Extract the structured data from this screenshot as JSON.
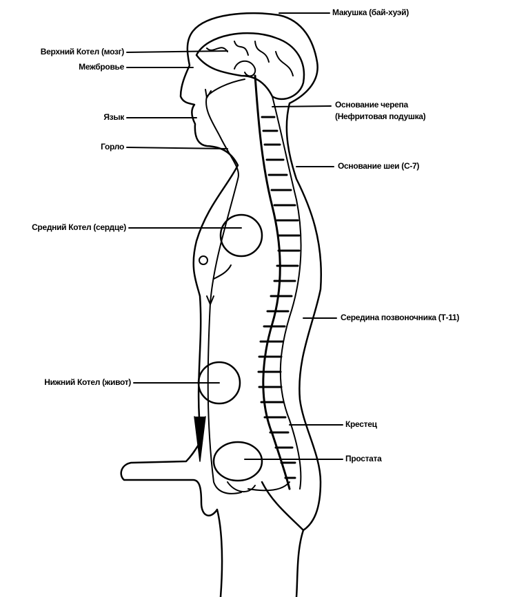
{
  "title": "Микрокосмическая орбита",
  "labels": {
    "crown": "Макушка (бай-хуэй)",
    "upper_cauldron": "Верхний Котел (мозг)",
    "brow": "Межбровье",
    "tongue": "Язык",
    "throat": "Горло",
    "skull_base_1": "Основание черепа",
    "skull_base_2": "(Нефритовая подушка)",
    "neck_base": "Основание шеи (С-7)",
    "middle_cauldron": "Средний Котел (сердце)",
    "mid_spine": "Середина позвоночника (Т-11)",
    "lower_cauldron": "Нижний Котел (живот)",
    "sacrum": "Крестец",
    "prostate": "Простата"
  },
  "colors": {
    "ink": "#000000",
    "background": "#ffffff"
  }
}
